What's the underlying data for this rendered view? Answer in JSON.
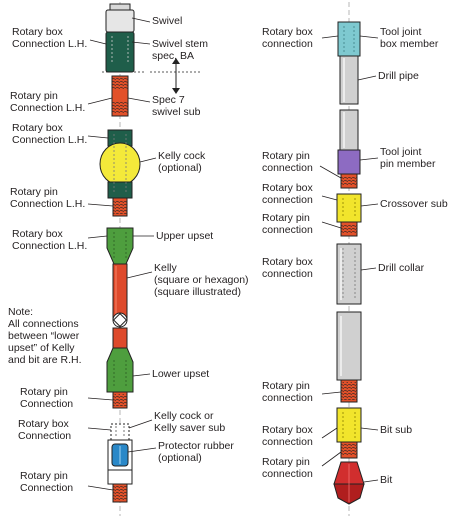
{
  "colors": {
    "pin_orange": "#e2512a",
    "box_dark_green": "#1f5e4a",
    "kelly_cock_yellow": "#f4e93a",
    "upset_green": "#4e9e3e",
    "kelly_red": "#de4a2c",
    "drill_pipe_gray": "#b8b8b8",
    "tool_joint_cyan": "#7ec9d0",
    "tool_joint_purple": "#8d6bc2",
    "sub_yellow": "#f2e52c",
    "protector_blue": "#2a88c8",
    "bit_red": "#d12e2e"
  },
  "left_labels": [
    {
      "id": "rotary-box-conn-lh-1",
      "text": "Rotary box\nConnection L.H."
    },
    {
      "id": "rotary-pin-conn-lh-1",
      "text": "Rotary pin\nConnection L.H."
    },
    {
      "id": "rotary-box-conn-lh-2",
      "text": "Rotary box\nConnection L.H."
    },
    {
      "id": "rotary-pin-conn-lh-2",
      "text": "Rotary pin\nConnection L.H."
    },
    {
      "id": "rotary-box-conn-lh-3",
      "text": "Rotary box\nConnection L.H."
    },
    {
      "id": "note",
      "text": "Note:\nAll connections\nbetween “lower\nupset” of Kelly\nand bit are R.H."
    },
    {
      "id": "rotary-pin-conn-1",
      "text": "Rotary pin\nConnection"
    },
    {
      "id": "rotary-box-conn-1",
      "text": "Rotary box\nConnection"
    },
    {
      "id": "rotary-pin-conn-2",
      "text": "Rotary pin\nConnection"
    }
  ],
  "left_component_labels": [
    {
      "id": "swivel",
      "text": "Swivel"
    },
    {
      "id": "swivel-stem",
      "text": "Swivel stem\nspec. BA"
    },
    {
      "id": "spec7-swivel-sub",
      "text": "Spec 7\nswivel sub"
    },
    {
      "id": "kelly-cock",
      "text": "Kelly cock\n(optional)"
    },
    {
      "id": "upper-upset",
      "text": "Upper upset"
    },
    {
      "id": "kelly",
      "text": "Kelly\n(square or hexagon)\n(square illustrated)"
    },
    {
      "id": "lower-upset",
      "text": "Lower upset"
    },
    {
      "id": "kelly-cock-saver-sub",
      "text": "Kelly cock or\nKelly saver sub"
    },
    {
      "id": "protector-rubber",
      "text": "Protector rubber\n(optional)"
    }
  ],
  "right_left_labels": [
    {
      "id": "rotary-box-conn-r1",
      "text": "Rotary box\nconnection"
    },
    {
      "id": "rotary-pin-conn-r1",
      "text": "Rotary pin\nconnection"
    },
    {
      "id": "rotary-box-conn-r2",
      "text": "Rotary box\nconnection"
    },
    {
      "id": "rotary-pin-conn-r2",
      "text": "Rotary pin\nconnection"
    },
    {
      "id": "rotary-box-conn-r3",
      "text": "Rotary box\nconnection"
    },
    {
      "id": "rotary-pin-conn-r3",
      "text": "Rotary pin\nconnection"
    },
    {
      "id": "rotary-box-conn-r4",
      "text": "Rotary box\nconnection"
    },
    {
      "id": "rotary-pin-conn-r4",
      "text": "Rotary pin\nconnection"
    }
  ],
  "right_component_labels": [
    {
      "id": "tool-joint-box",
      "text": "Tool joint\nbox member"
    },
    {
      "id": "drill-pipe",
      "text": "Drill pipe"
    },
    {
      "id": "tool-joint-pin",
      "text": "Tool joint\npin member"
    },
    {
      "id": "crossover-sub",
      "text": "Crossover sub"
    },
    {
      "id": "drill-collar",
      "text": "Drill collar"
    },
    {
      "id": "bit-sub",
      "text": "Bit sub"
    },
    {
      "id": "bit",
      "text": "Bit"
    }
  ]
}
